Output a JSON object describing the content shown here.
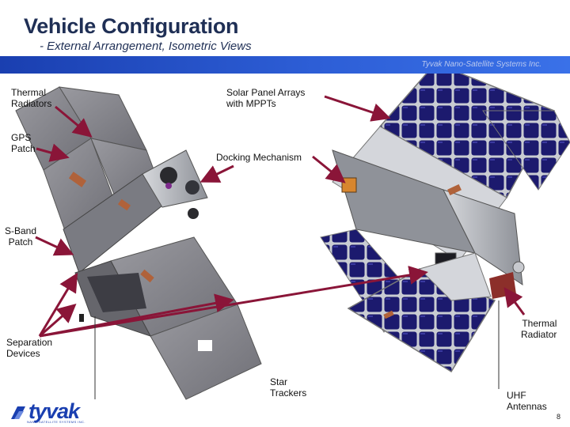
{
  "slide": {
    "title": "Vehicle Configuration",
    "subtitle": "- External Arrangement, Isometric Views",
    "banner_text": "Tyvak Nano-Satellite Systems Inc.",
    "page_number": "8"
  },
  "logo": {
    "word": "tyvak",
    "tagline": "NANO-SATELLITE SYSTEMS INC."
  },
  "labels": {
    "thermal_radiators": "Thermal\nRadiators",
    "solar_panel_arrays": "Solar Panel Arrays\nwith MPPTs",
    "gps_patch": "GPS\nPatch",
    "docking_mechanism": "Docking Mechanism",
    "s_band_patch": "S-Band\nPatch",
    "separation_devices": "Separation\nDevices",
    "thermal_radiator": "Thermal\nRadiator",
    "star_trackers": "Star\nTrackers",
    "uhf_antennas": "UHF\nAntennas"
  },
  "colors": {
    "title": "#1f2f55",
    "banner": "#2d5ed6",
    "arrow": "#8a1538",
    "panel_gray": "#8c8c91",
    "solar_cell": "#1c1a6e",
    "bus_metal": "#b9bcc2"
  },
  "icons": [
    "tyvak-logo-icon"
  ]
}
